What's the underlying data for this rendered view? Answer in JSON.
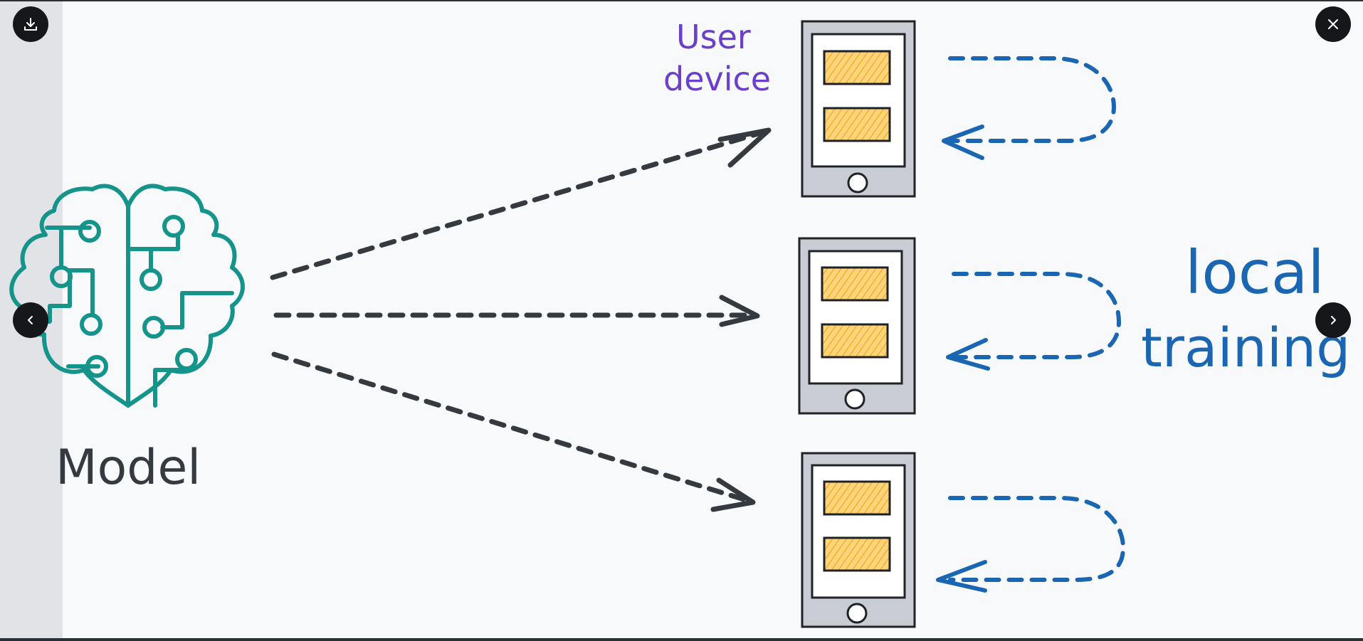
{
  "diagram": {
    "model_label": "Model",
    "device_label_line1": "User",
    "device_label_line2": "device",
    "training_label_line1": "local",
    "training_label_line2": "training"
  },
  "colors": {
    "model_icon": "#14948a",
    "arrow_dark": "#343a40",
    "arrow_blue": "#1a66b2",
    "device_label": "#6a3fc9",
    "screen_fill": "#f7b733",
    "phone_body": "#c9cdd3"
  },
  "icons": {
    "download": "download-icon",
    "close": "close-icon",
    "prev": "chevron-left-icon",
    "next": "chevron-right-icon",
    "model": "brain-circuit-icon"
  }
}
